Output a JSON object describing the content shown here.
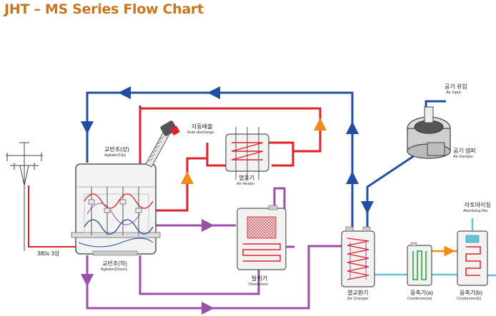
{
  "title": "JHT – MS Series Flow Chart",
  "colors": {
    "title": "#c8751e",
    "air_return": "#1f4ea3",
    "hot_air": "#e0202a",
    "exhaust": "#9b4fa8",
    "water": "#5fc4d8"
  },
  "labels": {
    "agitator_up": {
      "ko": "교반조(상)",
      "en": "Agitator(Up)"
    },
    "agitator_down": {
      "ko": "교반조(하)",
      "en": "Agitator(Down)"
    },
    "auto_discharge": {
      "ko": "자동배출",
      "en": "Auto discharge"
    },
    "air_heater": {
      "ko": "열풍기",
      "en": "Air Heater"
    },
    "air_input": {
      "ko": "공기 유입",
      "en": "Air Input"
    },
    "air_damper": {
      "ko": "공기 댐퍼",
      "en": "Air Damper"
    },
    "deodorizer": {
      "ko": "탈취기",
      "en": "Deodorizer"
    },
    "air_changer": {
      "ko": "열교환기",
      "en": "Air Changer"
    },
    "condenser_a": {
      "ko": "응축기(a)",
      "en": "Condenser(a)"
    },
    "condenser_b": {
      "ko": "응축기(b)",
      "en": "Condenser(b)"
    },
    "atomizing": {
      "ko": "아토마이징",
      "en": "Atomizing Ma"
    },
    "power": "380v 3상"
  }
}
